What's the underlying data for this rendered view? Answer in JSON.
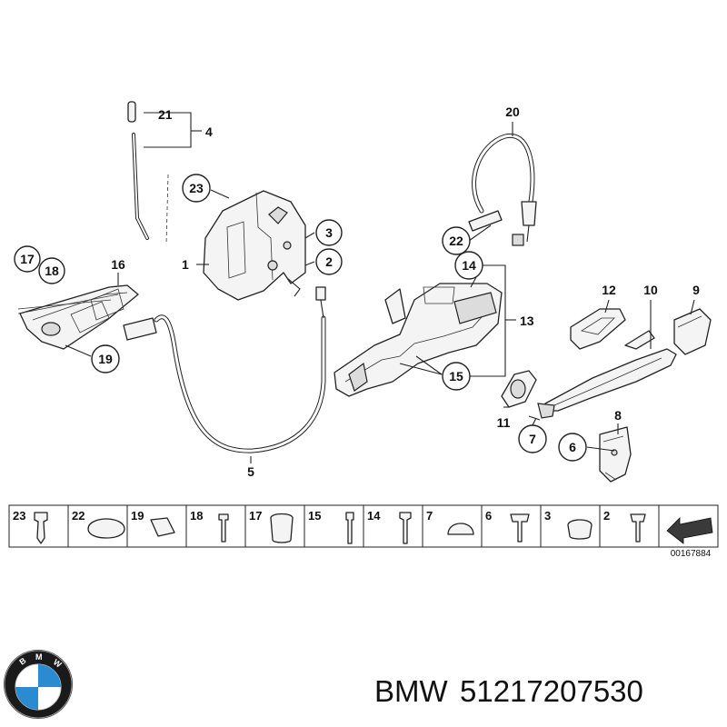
{
  "callouts": [
    {
      "id": "c1",
      "text": "1"
    },
    {
      "id": "c2",
      "text": "2"
    },
    {
      "id": "c3",
      "text": "3"
    },
    {
      "id": "c4",
      "text": "4"
    },
    {
      "id": "c5",
      "text": "5"
    },
    {
      "id": "c6",
      "text": "6"
    },
    {
      "id": "c7",
      "text": "7"
    },
    {
      "id": "c8",
      "text": "8"
    },
    {
      "id": "c9",
      "text": "9"
    },
    {
      "id": "c10",
      "text": "10"
    },
    {
      "id": "c11",
      "text": "11"
    },
    {
      "id": "c12",
      "text": "12"
    },
    {
      "id": "c13",
      "text": "13"
    },
    {
      "id": "c14",
      "text": "14"
    },
    {
      "id": "c15",
      "text": "15"
    },
    {
      "id": "c16",
      "text": "16"
    },
    {
      "id": "c17",
      "text": "17"
    },
    {
      "id": "c18",
      "text": "18"
    },
    {
      "id": "c19",
      "text": "19"
    },
    {
      "id": "c20",
      "text": "20"
    },
    {
      "id": "c21",
      "text": "21"
    },
    {
      "id": "c22",
      "text": "22"
    },
    {
      "id": "c23",
      "text": "23"
    }
  ],
  "parts_strip": [
    "23",
    "22",
    "19",
    "18",
    "17",
    "15",
    "14",
    "7",
    "6",
    "3",
    "2"
  ],
  "diagram_code": "00167884",
  "brand": {
    "name": "BMW",
    "part_number": "51217207530",
    "logo_letters": "BMW",
    "colors": {
      "blue": "#2a8bd0",
      "ring": "#1a1a1a",
      "white": "#ffffff"
    }
  }
}
